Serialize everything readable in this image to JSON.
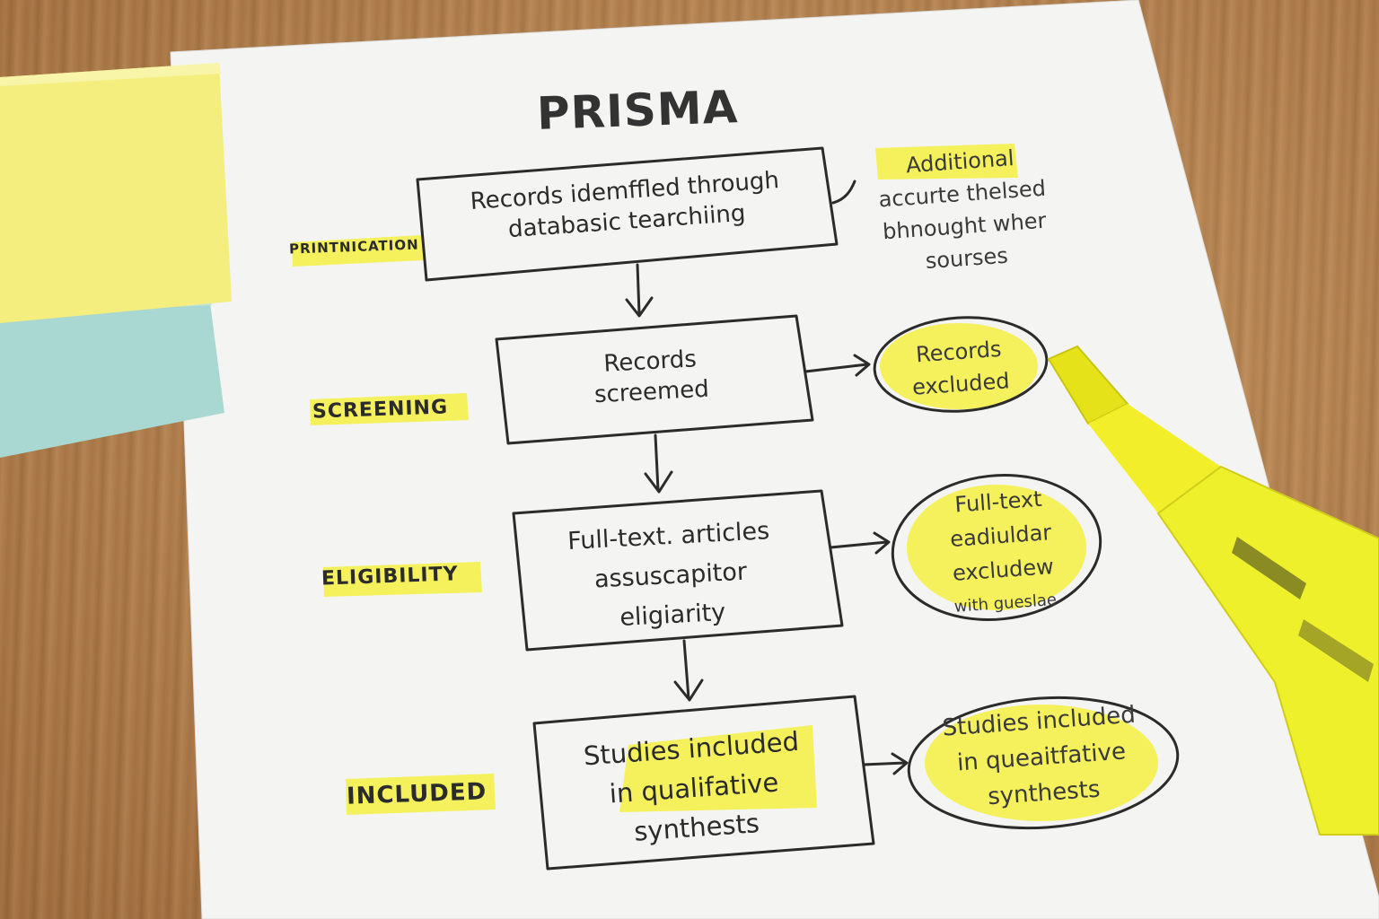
{
  "title": "PRISMA",
  "stages": {
    "identification": "PRINTNICATION",
    "screening": "SCREENING",
    "eligibility": "ELIGIBILITY",
    "included": "INCLUDED"
  },
  "boxes": {
    "identified": [
      "Records idemffled through",
      "databasic tearchiing"
    ],
    "screened": [
      "Records",
      "screemed"
    ],
    "fulltext": [
      "Full-text. articles",
      "assuscapitor",
      "eligiarity"
    ],
    "included": [
      "Studies included",
      "in qualifative",
      "synthests"
    ]
  },
  "side_notes": {
    "additional": [
      "Additional",
      "accurte thelsed",
      "bhnought wher",
      "sourses"
    ],
    "excluded_records": [
      "Records",
      "excluded"
    ],
    "excluded_fulltext": [
      "Full-text",
      "eadiuldar",
      "excludew",
      "with gueslae"
    ],
    "included_qualitative": [
      "Studies included",
      "in queaitfative",
      "synthests"
    ]
  },
  "colors": {
    "highlighter": "#f4f02a",
    "sticky_yellow": "#f3ee7d",
    "sticky_blue": "#a9d8d2",
    "ink": "#2b2b2b"
  }
}
